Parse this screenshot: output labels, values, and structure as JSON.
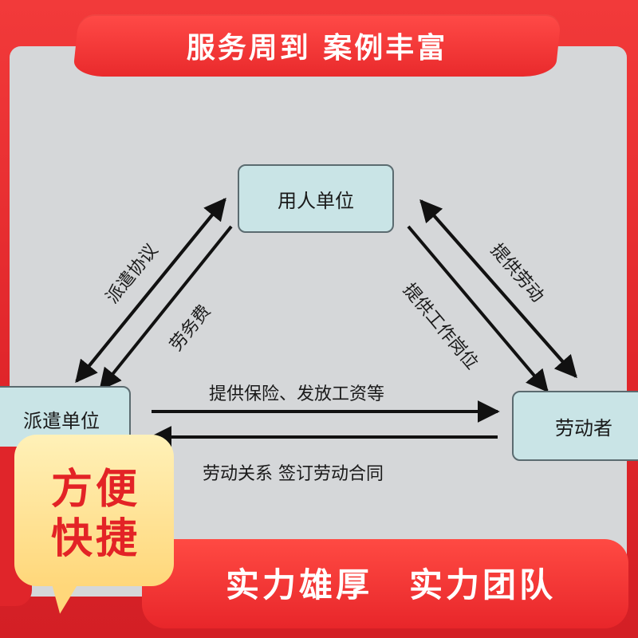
{
  "top_banner": {
    "text": "服务周到 案例丰富"
  },
  "diagram": {
    "nodes": {
      "top": "用人单位",
      "left": "派遣单位",
      "right": "劳动者"
    },
    "edges": {
      "dispatch_agreement": "派遣协议",
      "labor_fee": "劳务费",
      "provide_labor": "提供劳动",
      "provide_job": "提供工作岗位",
      "insurance_wages": "提供保险、发放工资等",
      "labor_contract": "劳动关系 签订劳动合同"
    }
  },
  "bottom_banner": {
    "left": "实力雄厚",
    "right": "实力团队"
  },
  "badge": {
    "line1": "方便",
    "line2": "快捷"
  },
  "colors": {
    "brand_red": "#e8262c",
    "node_fill": "#c9e4e6",
    "badge_yellow": "#ffd77a",
    "badge_text": "#e32326"
  }
}
